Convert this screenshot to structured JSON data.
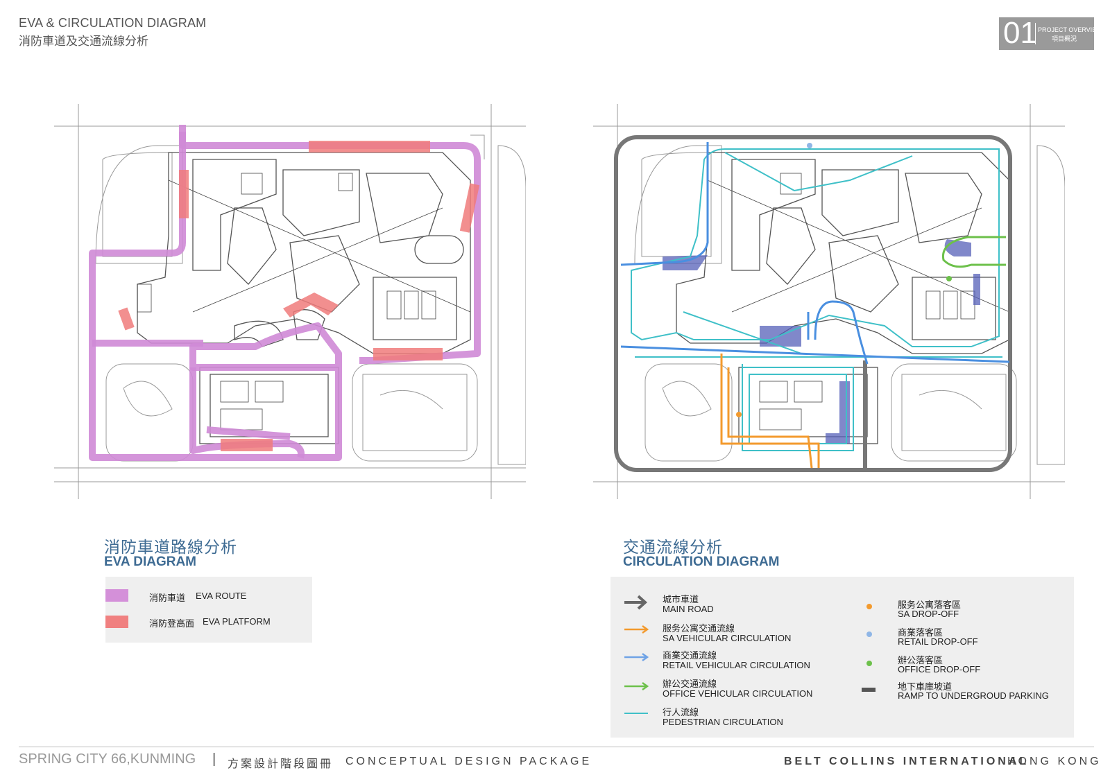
{
  "header": {
    "title_en": "EVA & CIRCULATION DIAGRAM",
    "title_cn": "消防車道及交通流線分析",
    "badge_number": "01",
    "badge_line1": "PROJECT OVERVIEW",
    "badge_line2": "項目概況"
  },
  "eva": {
    "title_cn": "消防車道路線分析",
    "title_en": "EVA DIAGRAM",
    "legend": [
      {
        "label_cn": "消防車道",
        "label_en": "EVA ROUTE",
        "color": "#d490d9"
      },
      {
        "label_cn": "消防登高面",
        "label_en": "EVA PLATFORM",
        "color": "#f08080"
      }
    ]
  },
  "circulation": {
    "title_cn": "交通流線分析",
    "title_en": "CIRCULATION DIAGRAM",
    "legend_left": [
      {
        "label_cn": "城市車道",
        "label_en": "MAIN ROAD",
        "color": "#666666",
        "icon": "thick-arrow-icon"
      },
      {
        "label_cn": "服务公寓交通流線",
        "label_en": "SA VEHICULAR CIRCULATION",
        "color": "#f39a2d",
        "icon": "arrow-icon"
      },
      {
        "label_cn": "商業交通流線",
        "label_en": "RETAIL VEHICULAR CIRCULATION",
        "color": "#6fa3e6",
        "icon": "arrow-icon"
      },
      {
        "label_cn": "辦公交通流線",
        "label_en": "OFFICE VEHICULAR CIRCULATION",
        "color": "#6cc04a",
        "icon": "arrow-icon"
      },
      {
        "label_cn": "行人流線",
        "label_en": "PEDESTRIAN CIRCULATION",
        "color": "#3fc0c8",
        "icon": "line-icon"
      }
    ],
    "legend_right": [
      {
        "label_cn": "服务公寓落客區",
        "label_en": "SA DROP-OFF",
        "color": "#f39a2d",
        "icon": "dot-icon"
      },
      {
        "label_cn": "商業落客區",
        "label_en": "RETAIL DROP-OFF",
        "color": "#8fb6e6",
        "icon": "dot-icon"
      },
      {
        "label_cn": "辦公落客區",
        "label_en": "OFFICE DROP-OFF",
        "color": "#6cc04a",
        "icon": "dot-icon"
      },
      {
        "label_cn": "地下車庫坡道",
        "label_en": "RAMP TO UNDERGROUD PARKING",
        "color": "#555555",
        "icon": "bar-icon"
      }
    ]
  },
  "footer": {
    "project": "SPRING CITY 66,KUNMING",
    "separator": "|",
    "package_cn": "方案設計階段圖冊",
    "package_en": "CONCEPTUAL DESIGN PACKAGE",
    "company": "BELT COLLINS INTERNATIONAL",
    "city": "HONG KONG"
  }
}
